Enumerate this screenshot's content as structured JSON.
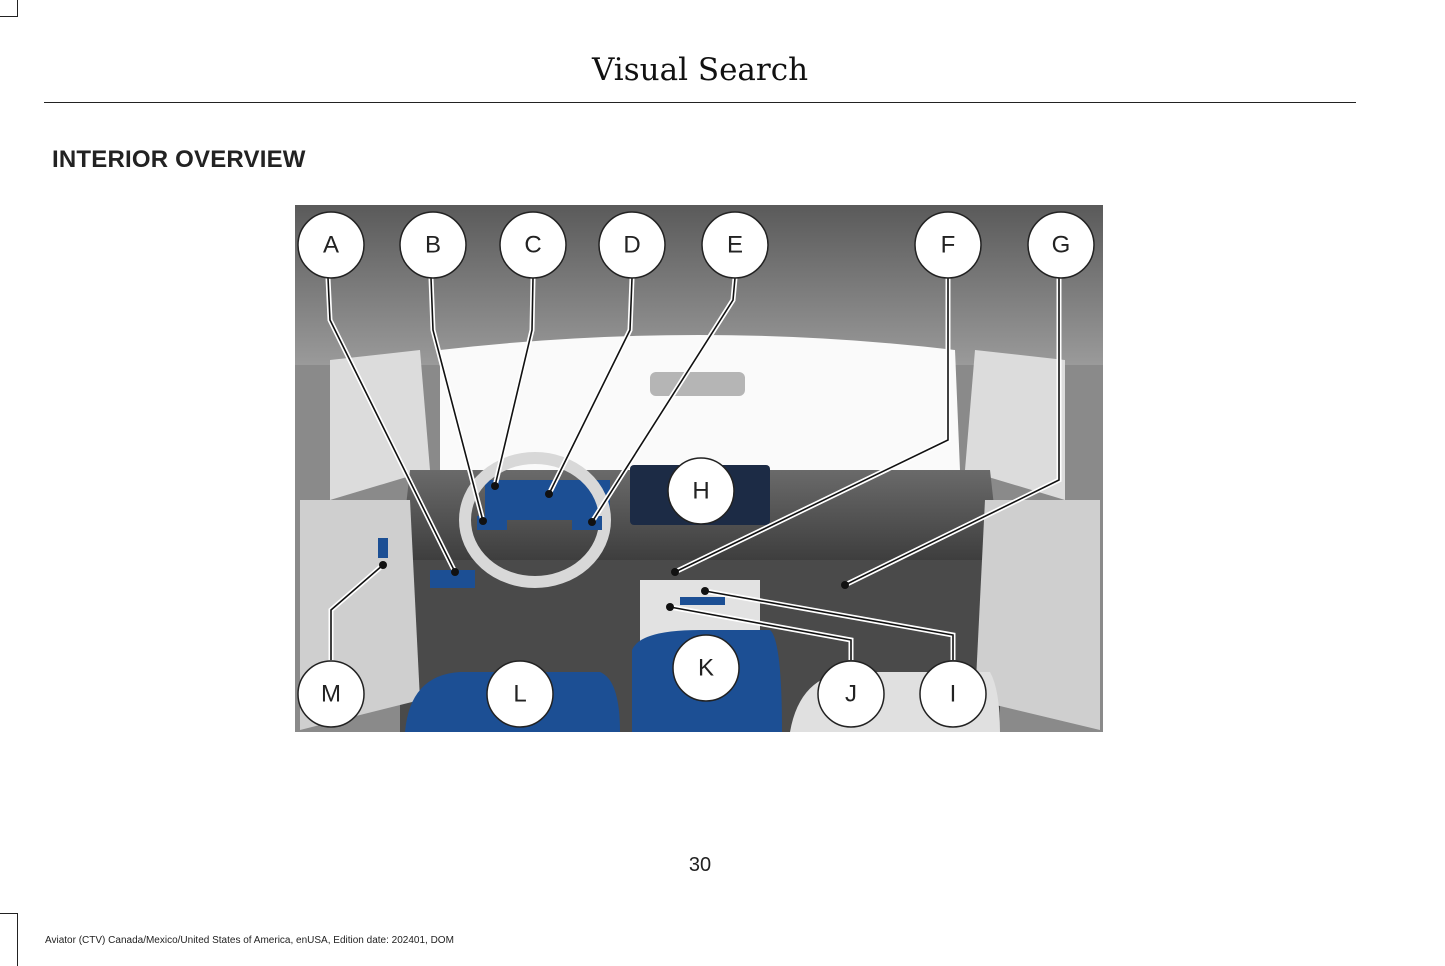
{
  "header": {
    "title": "Visual Search"
  },
  "section": {
    "heading": "INTERIOR OVERVIEW"
  },
  "figure": {
    "callouts": [
      "A",
      "B",
      "C",
      "D",
      "E",
      "F",
      "G",
      "H",
      "I",
      "J",
      "K",
      "L",
      "M"
    ],
    "accent_color": "#1c4f94"
  },
  "page_number": "30",
  "footer": {
    "text": "Aviator (CTV) Canada/Mexico/United States of America, enUSA, Edition date: 202401, DOM"
  }
}
